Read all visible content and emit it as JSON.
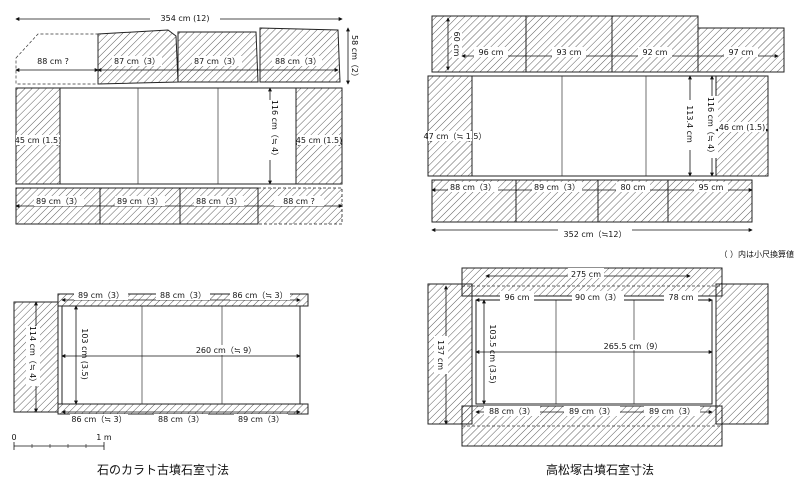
{
  "title_left": "石のカラト古墳石室寸法",
  "title_right": "高松塚古墳石室寸法",
  "note": "（ ）内は小尺換算値",
  "scale": {
    "zero": "0",
    "one": "1 m"
  },
  "ishi_plan": {
    "total_top": "354 cm (12)",
    "right_height": "58 cm（2）",
    "left_est": "88 cm ?",
    "top": [
      "87 cm（3）",
      "87 cm（3）",
      "88 cm（3）"
    ],
    "left_side": "45 cm (1.5)",
    "right_side": "45 cm (1.5)",
    "inner_height": "116 cm（≒ 4）",
    "bottom": [
      "89 cm（3）",
      "89 cm（3）",
      "88 cm（3）",
      "88 cm ?"
    ]
  },
  "ishi_floor": {
    "top": [
      "89 cm（3）",
      "88 cm（3）",
      "86 cm（≒ 3）"
    ],
    "left_outer": "114 cm（≒ 4）",
    "left_inner": "103 cm (3.5)",
    "length": "260 cm（≒ 9）",
    "bottom": [
      "86 cm（≒ 3）",
      "88 cm（3）",
      "89 cm（3）"
    ]
  },
  "taka_plan": {
    "left_height": "60 cm",
    "top": [
      "96 cm",
      "93 cm",
      "92 cm",
      "97 cm"
    ],
    "left_side": "47 cm（≒ 1.5）",
    "inner_height": "113.4 cm",
    "outer_height": "116 cm（≒ 4）",
    "right_side": "46 cm (1.5)",
    "bottom": [
      "88 cm（3）",
      "89 cm（3）",
      "80 cm",
      "95 cm"
    ],
    "total_bottom": "352 cm（≒12）"
  },
  "taka_floor": {
    "top_total": "275 cm",
    "top": [
      "96 cm",
      "90 cm（3）",
      "78 cm"
    ],
    "left_outer": "137 cm",
    "left_inner": "103.5 cm (3.5)",
    "length": "265.5 cm（9）",
    "bottom": [
      "88 cm（3）",
      "89 cm（3）",
      "89 cm（3）"
    ]
  }
}
